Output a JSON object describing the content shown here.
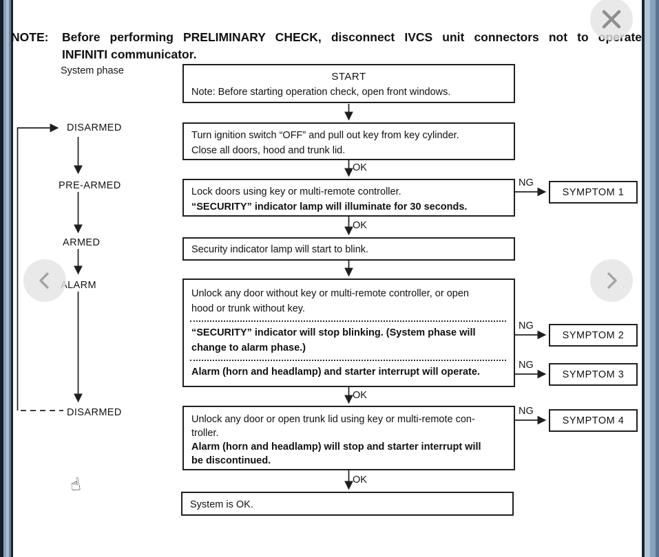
{
  "note": {
    "label": "NOTE:",
    "line1": "Before performing PRELIMINARY CHECK, disconnect IVCS unit connectors not to operate",
    "line2": "INFINITI communicator."
  },
  "phase_column": {
    "heading": "System phase",
    "labels": [
      "DISARMED",
      "PRE-ARMED",
      "ARMED",
      "ALARM",
      "DISARMED"
    ]
  },
  "labels": {
    "ok": "OK",
    "ng": "NG"
  },
  "flowchart": {
    "start": {
      "title": "START",
      "note": "Note: Before starting operation check, open front windows."
    },
    "step1": {
      "line1": "Turn ignition switch “OFF” and pull out key from key cylinder.",
      "line2": "Close all doors, hood and trunk lid."
    },
    "step2": {
      "line1": "Lock doors using key or multi-remote controller.",
      "bold1": "“SECURITY” indicator lamp will illuminate for 30 seconds."
    },
    "step3": {
      "line1": "Security indicator lamp will start to blink."
    },
    "step4": {
      "line1": "Unlock any door without key or multi-remote controller, or open",
      "line2": "hood or trunk without key.",
      "bold1a": "“SECURITY” indicator will stop blinking. (System phase will",
      "bold1b": "change to alarm phase.)",
      "bold2": "Alarm (horn and headlamp) and starter interrupt will operate."
    },
    "step5": {
      "line1": "Unlock any door or open trunk lid using key or multi-remote con-",
      "line2": "troller.",
      "bold1": "Alarm (horn and headlamp) will stop and starter interrupt will",
      "bold2": "be discontinued."
    },
    "end": {
      "line1": "System is OK."
    }
  },
  "symptoms": [
    "SYMPTOM 1",
    "SYMPTOM 2",
    "SYMPTOM 3",
    "SYMPTOM 4"
  ],
  "viewer": {
    "close_icon": "close-icon",
    "prev_icon": "chevron-left-icon",
    "next_icon": "chevron-right-icon",
    "cursor_glyph": "☝"
  },
  "colors": {
    "ink": "#1f1f1f",
    "paper": "#ffffff",
    "frame_blue_light": "#aabdd0",
    "frame_blue_dark": "#5a7390",
    "edge_black": "#141e29",
    "overlay_circle": "#e4e4e4",
    "icon_gray": "#8f8f8f"
  }
}
